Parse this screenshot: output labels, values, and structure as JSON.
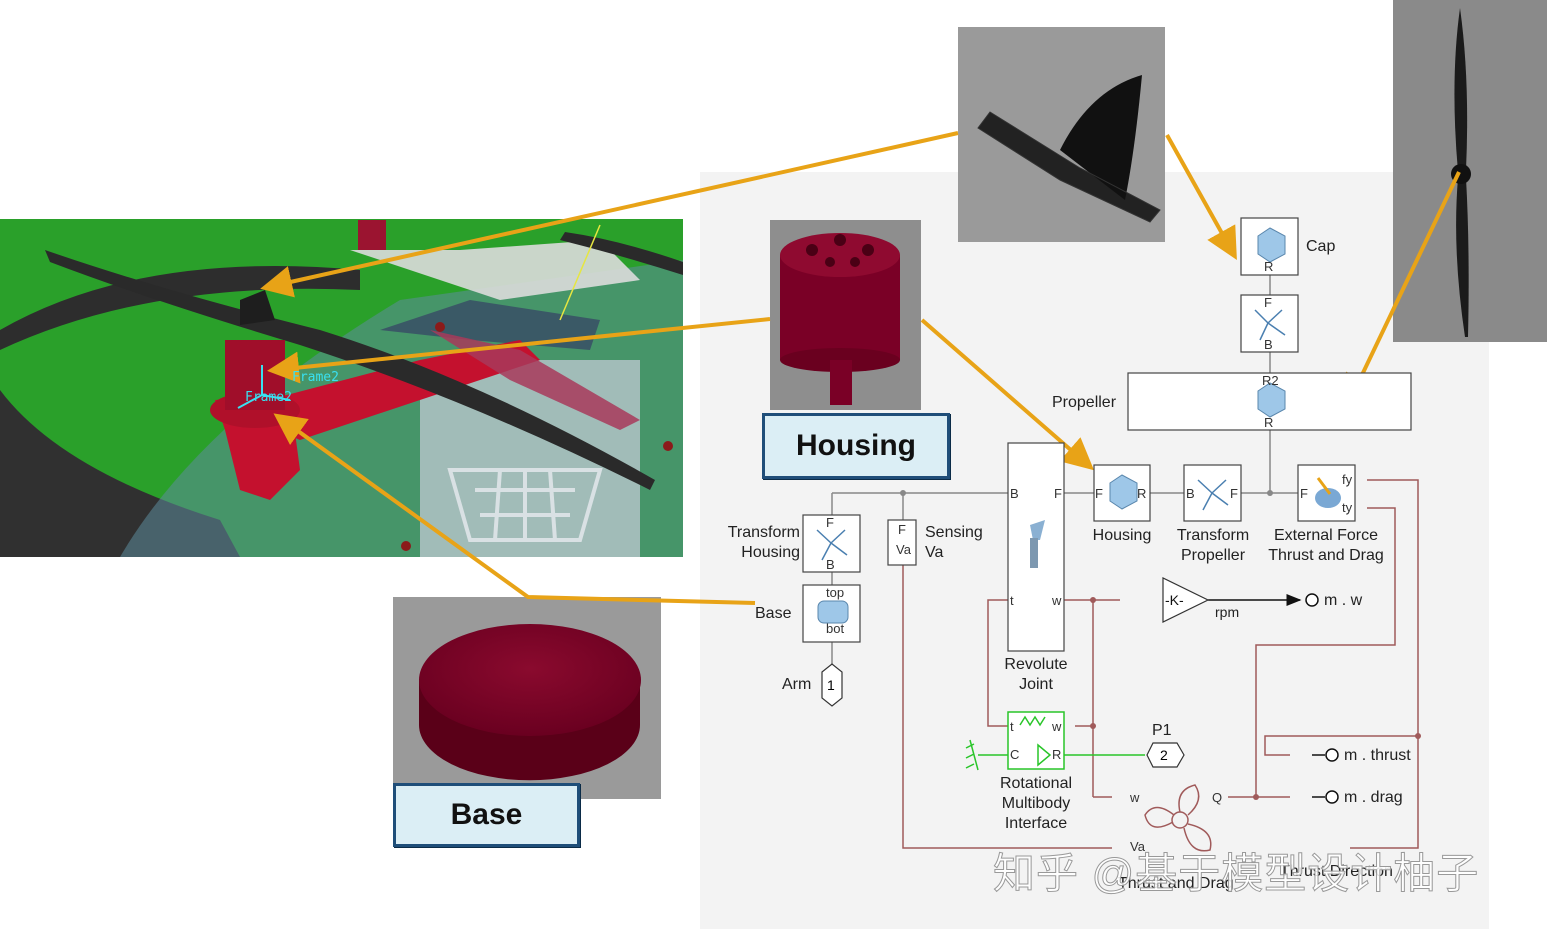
{
  "callouts": {
    "housing": "Housing",
    "base": "Base"
  },
  "viewport_labels": {
    "frame_a": "Frame2",
    "frame_b": "Frame2"
  },
  "blocks": {
    "cap": "Cap",
    "propeller": "Propeller",
    "housing": "Housing",
    "transform_propeller": [
      "Transform",
      "Propeller"
    ],
    "external_force": [
      "External Force",
      "Thrust and Drag"
    ],
    "transform_housing": [
      "Transform",
      "Housing"
    ],
    "base": "Base",
    "sensing": [
      "Sensing",
      "Va"
    ],
    "arm": "Arm",
    "arm_port": "1",
    "revolute": [
      "Revolute",
      "Joint"
    ],
    "rotational": [
      "Rotational",
      "Multibody",
      "Interface"
    ],
    "gain": "-K-",
    "gain_out": "rpm",
    "p1": "P1",
    "p1_port": "2",
    "out_w": "m . w",
    "out_thrust": "m . thrust",
    "out_drag": "m . drag",
    "thrust_drag": "Thrust and Drag",
    "thrust_direction": "Thrust Direction"
  },
  "ports": {
    "r": "R",
    "f": "F",
    "b": "B",
    "r2": "R2",
    "fy": "fy",
    "ty": "ty",
    "top": "top",
    "bot": "bot",
    "va_f": "F",
    "va": "Va",
    "t": "t",
    "w": "w",
    "c": "C",
    "q": "Q"
  },
  "watermark": "知乎 @基于模型设计柚子",
  "colors": {
    "arrow": "#e8a317",
    "signal": "#a05a5a",
    "physical": "#29c529",
    "callout_border": "#1f4e79",
    "burgundy": "#7a0026"
  }
}
